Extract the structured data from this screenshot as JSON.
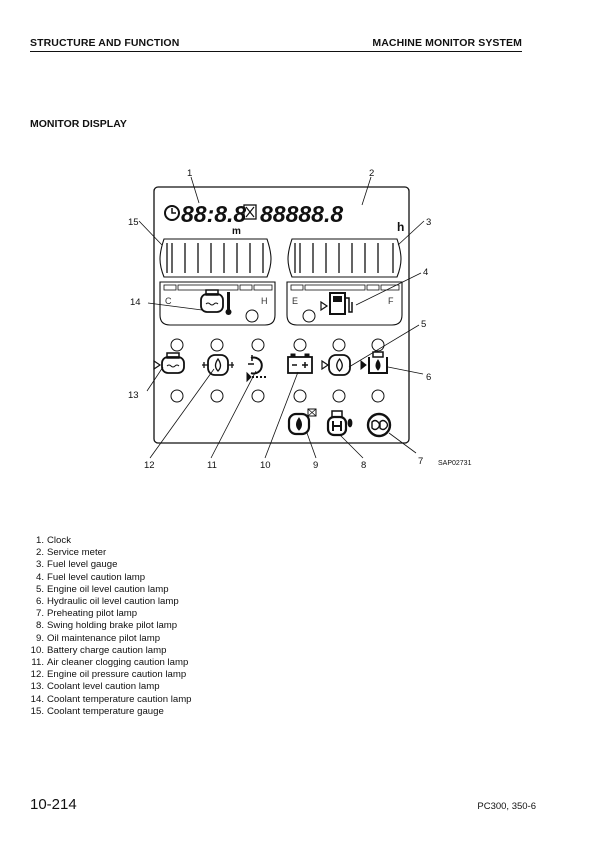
{
  "header": {
    "left": "STRUCTURE AND FUNCTION",
    "right": "MACHINE MONITOR SYSTEM"
  },
  "section_title": "MONITOR DISPLAY",
  "diagram": {
    "clock_digits": "88:8.8",
    "clock_unit": "m",
    "meter_digits": "88888.8",
    "meter_unit": "h",
    "gauge_cold": "C",
    "gauge_hot": "H",
    "gauge_empty": "E",
    "gauge_full": "F",
    "figure_code": "SAP02731",
    "callouts": [
      "1",
      "2",
      "3",
      "4",
      "5",
      "6",
      "7",
      "8",
      "9",
      "10",
      "11",
      "12",
      "13",
      "14",
      "15"
    ]
  },
  "legend": [
    {
      "num": "1.",
      "text": "Clock"
    },
    {
      "num": "2.",
      "text": "Service meter"
    },
    {
      "num": "3.",
      "text": "Fuel level gauge"
    },
    {
      "num": "4.",
      "text": "Fuel level caution lamp"
    },
    {
      "num": "5.",
      "text": "Engine oil level caution lamp"
    },
    {
      "num": "6.",
      "text": "Hydraulic oil level caution lamp"
    },
    {
      "num": "7.",
      "text": "Preheating pilot lamp"
    },
    {
      "num": "8.",
      "text": "Swing holding brake pilot lamp"
    },
    {
      "num": "9.",
      "text": "Oil maintenance pilot lamp"
    },
    {
      "num": "10.",
      "text": "Battery charge caution lamp"
    },
    {
      "num": "11.",
      "text": "Air cleaner clogging caution lamp"
    },
    {
      "num": "12.",
      "text": "Engine oil pressure caution lamp"
    },
    {
      "num": "13.",
      "text": "Coolant level caution lamp"
    },
    {
      "num": "14.",
      "text": "Coolant temperature caution lamp"
    },
    {
      "num": "15.",
      "text": "Coolant temperature gauge"
    }
  ],
  "footer": {
    "page": "10-214",
    "model": "PC300, 350-6"
  }
}
